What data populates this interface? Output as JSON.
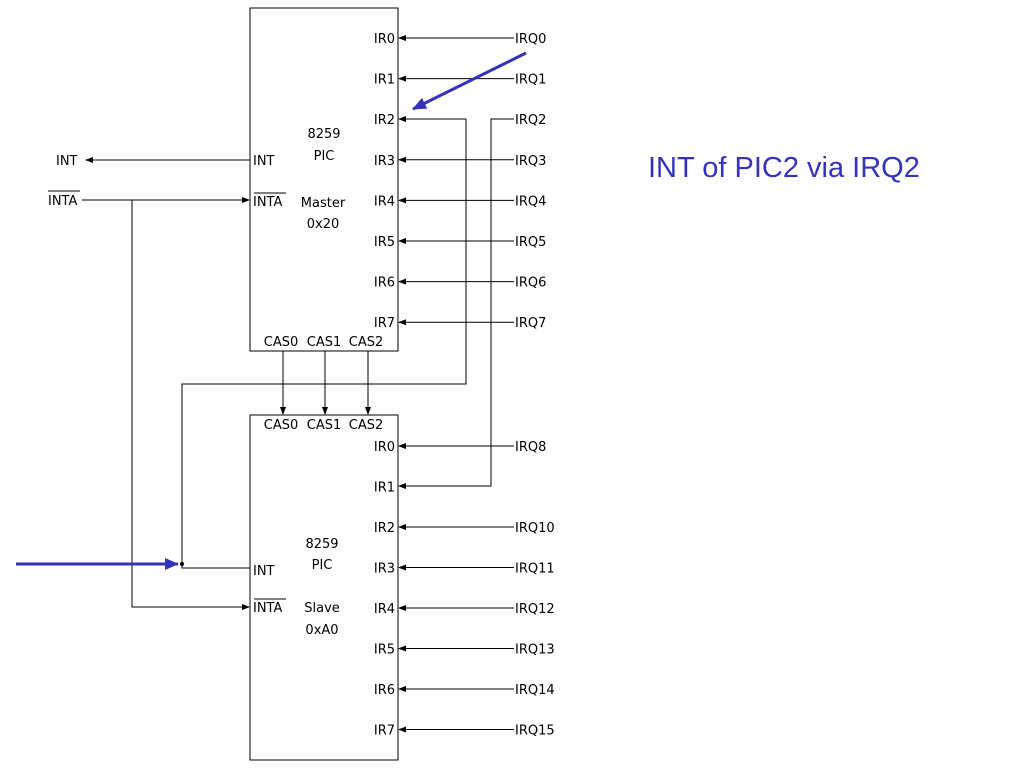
{
  "caption": "INT of PIC2 via IRQ2",
  "colors": {
    "accent": "#3333bb",
    "line": "#000000",
    "background": "#ffffff"
  },
  "master": {
    "chip_line1": "8259",
    "chip_line2": "PIC",
    "role": "Master",
    "address": "0x20",
    "int_pin": "INT",
    "inta_pin": "INTA",
    "pins": [
      "IR0",
      "IR1",
      "IR2",
      "IR3",
      "IR4",
      "IR5",
      "IR6",
      "IR7"
    ],
    "cascade": [
      "CAS0",
      "CAS1",
      "CAS2"
    ]
  },
  "slave": {
    "chip_line1": "8259",
    "chip_line2": "PIC",
    "role": "Slave",
    "address": "0xA0",
    "int_pin": "INT",
    "inta_pin": "INTA",
    "pins": [
      "IR0",
      "IR1",
      "IR2",
      "IR3",
      "IR4",
      "IR5",
      "IR6",
      "IR7"
    ],
    "cascade": [
      "CAS0",
      "CAS1",
      "CAS2"
    ]
  },
  "external": {
    "int_label": "INT",
    "inta_label": "INTA"
  },
  "irq_labels": {
    "master": [
      "IRQ0",
      "IRQ1",
      "IRQ2",
      "IRQ3",
      "IRQ4",
      "IRQ5",
      "IRQ6",
      "IRQ7"
    ],
    "slave": [
      "IRQ8",
      "IRQ10",
      "IRQ11",
      "IRQ12",
      "IRQ13",
      "IRQ14",
      "IRQ15"
    ]
  }
}
